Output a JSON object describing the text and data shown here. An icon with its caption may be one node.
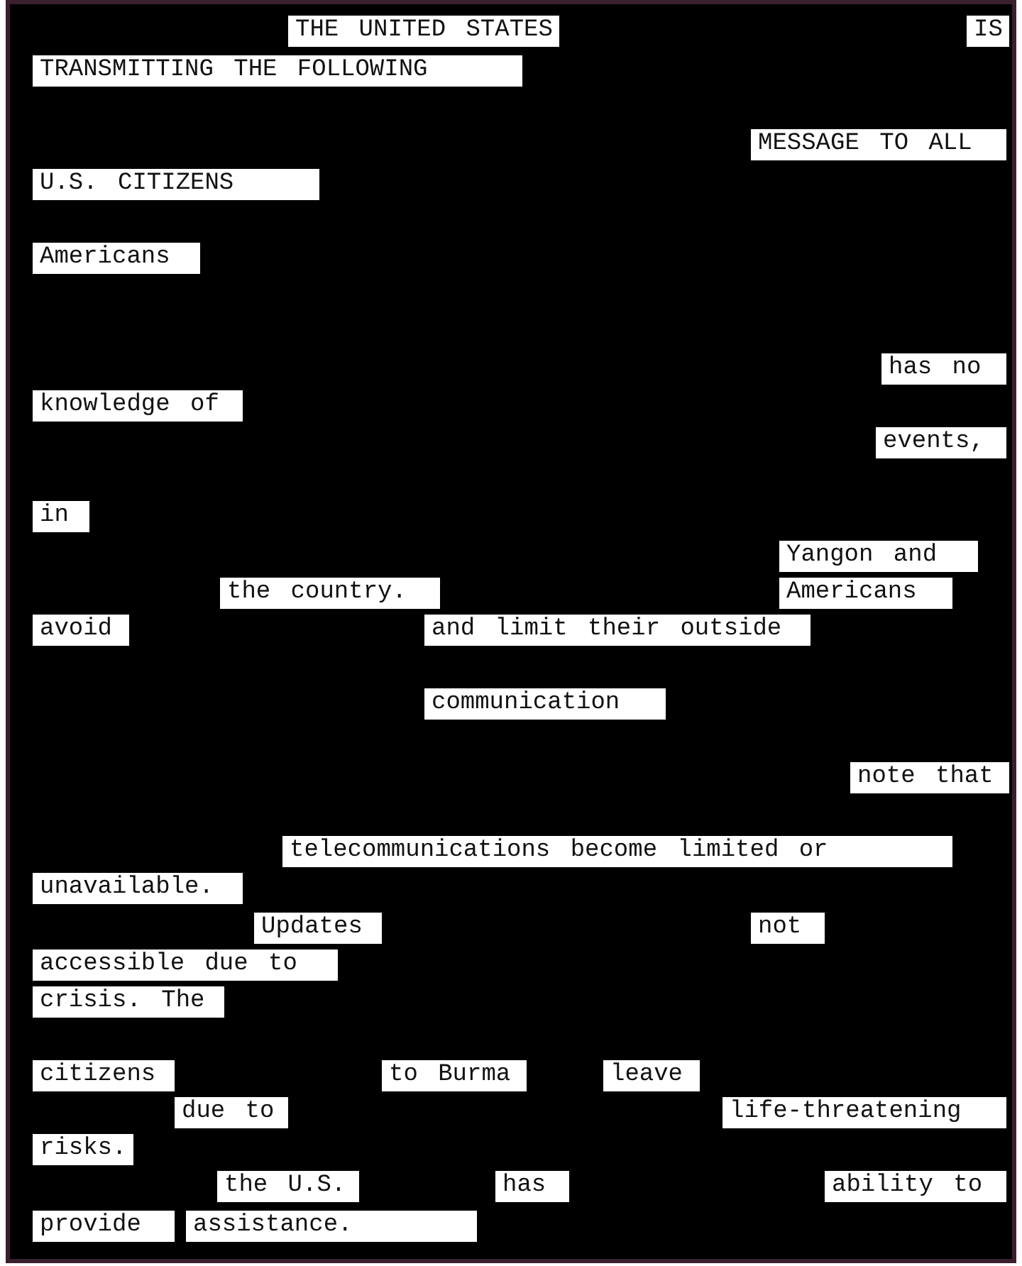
{
  "diagram": {
    "labels": [
      "THE UNITED STATES",
      "IS",
      "TRANSMITTING THE FOLLOWING",
      "MESSAGE TO ALL",
      "U.S. CITIZENS",
      "Americans",
      "has no",
      "knowledge of",
      "events,",
      "in",
      "Yangon and",
      "the country.",
      "Americans",
      "avoid",
      "and limit their outside",
      "communication",
      "note that",
      "telecommunications become limited or",
      "unavailable.",
      "Updates",
      "not",
      "accessible due to",
      "crisis. The",
      "citizens",
      "to Burma",
      "leave",
      "due to",
      "life-threatening",
      "risks.",
      "the U.S.",
      "has",
      "ability to",
      "provide",
      "assistance."
    ]
  }
}
